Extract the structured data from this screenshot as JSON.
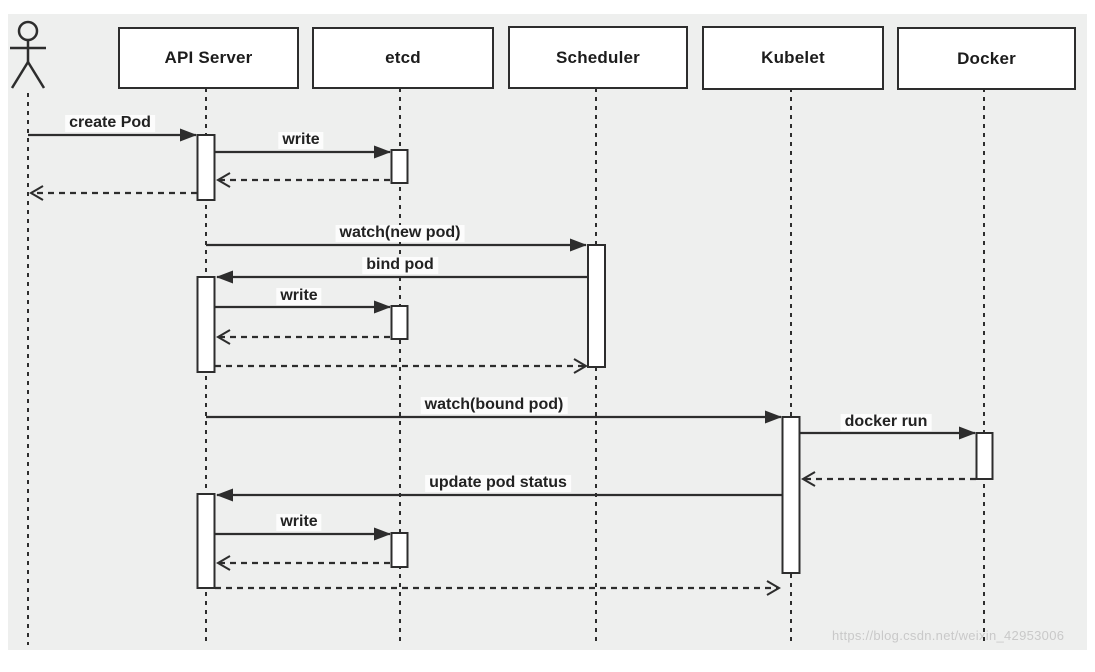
{
  "diagram": {
    "type": "uml-sequence",
    "actor": {
      "name": "user"
    },
    "participants": [
      {
        "id": "api-server",
        "label": "API Server"
      },
      {
        "id": "etcd",
        "label": "etcd"
      },
      {
        "id": "scheduler",
        "label": "Scheduler"
      },
      {
        "id": "kubelet",
        "label": "Kubelet"
      },
      {
        "id": "docker",
        "label": "Docker"
      }
    ],
    "messages": [
      {
        "label": "create Pod",
        "from": "user",
        "to": "api-server",
        "style": "solid"
      },
      {
        "label": "write",
        "from": "api-server",
        "to": "etcd",
        "style": "solid"
      },
      {
        "label": "",
        "from": "etcd",
        "to": "api-server",
        "style": "dashed-return"
      },
      {
        "label": "",
        "from": "api-server",
        "to": "user",
        "style": "dashed-return"
      },
      {
        "label": "watch(new pod)",
        "from": "api-server",
        "to": "scheduler",
        "style": "solid"
      },
      {
        "label": "bind pod",
        "from": "scheduler",
        "to": "api-server",
        "style": "solid"
      },
      {
        "label": "write",
        "from": "api-server",
        "to": "etcd",
        "style": "solid"
      },
      {
        "label": "",
        "from": "etcd",
        "to": "api-server",
        "style": "dashed-return"
      },
      {
        "label": "",
        "from": "api-server",
        "to": "scheduler",
        "style": "dashed-return"
      },
      {
        "label": "watch(bound pod)",
        "from": "api-server",
        "to": "kubelet",
        "style": "solid"
      },
      {
        "label": "docker run",
        "from": "kubelet",
        "to": "docker",
        "style": "solid"
      },
      {
        "label": "",
        "from": "docker",
        "to": "kubelet",
        "style": "dashed-return"
      },
      {
        "label": "update pod status",
        "from": "kubelet",
        "to": "api-server",
        "style": "solid"
      },
      {
        "label": "write",
        "from": "api-server",
        "to": "etcd",
        "style": "solid"
      },
      {
        "label": "",
        "from": "etcd",
        "to": "api-server",
        "style": "dashed-return"
      },
      {
        "label": "",
        "from": "api-server",
        "to": "kubelet",
        "style": "dashed-return"
      }
    ],
    "watermark": "https://blog.csdn.net/weixin_42953006",
    "colors": {
      "canvas_bg": "#eeefee",
      "line": "#2d2d2d",
      "box_fill": "#ffffff",
      "watermark": "#c9c9c9"
    }
  }
}
